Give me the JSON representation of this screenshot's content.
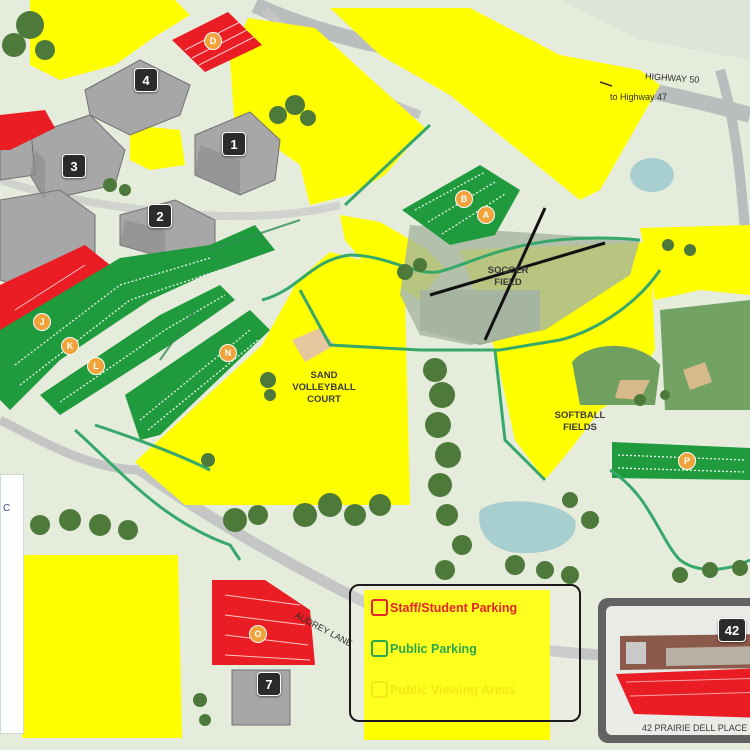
{
  "buildings": [
    {
      "label": "1"
    },
    {
      "label": "2"
    },
    {
      "label": "3"
    },
    {
      "label": "4"
    },
    {
      "label": "7"
    },
    {
      "label": "42"
    }
  ],
  "parking_lots": {
    "staff": [
      "D",
      "O"
    ],
    "public": [
      "B",
      "A",
      "J",
      "K",
      "L",
      "N",
      "P"
    ]
  },
  "lot_marker_color": "#f0a33a",
  "facilities": {
    "soccer_field": "SOCCER\nFIELD",
    "volleyball": "SAND\nVOLLEYBALL\nCOURT",
    "softball": "SOFTBALL\nFIELDS"
  },
  "roads": {
    "highway": "HIGHWAY 50",
    "to_highway": "to Highway 47",
    "audrey_lane": "AUDREY LANE"
  },
  "legend": {
    "items": [
      {
        "label": "Staff/Student Parking",
        "color": "#e8222b"
      },
      {
        "label": "Public Parking",
        "color": "#2aa84a"
      },
      {
        "label": "Public Viewing Areas",
        "color": "#f6e814"
      }
    ]
  },
  "inset": {
    "badge": "42",
    "address": "42 PRAIRIE DELL PLACE"
  },
  "left_panel_letter": "C",
  "colors": {
    "viewing_area": "#ffff00",
    "staff_parking": "#ea1c24",
    "public_parking": "#1f9a3c",
    "walk_path": "#36a86a",
    "ground": "#e6ecdc",
    "field": "#9fb09a"
  }
}
